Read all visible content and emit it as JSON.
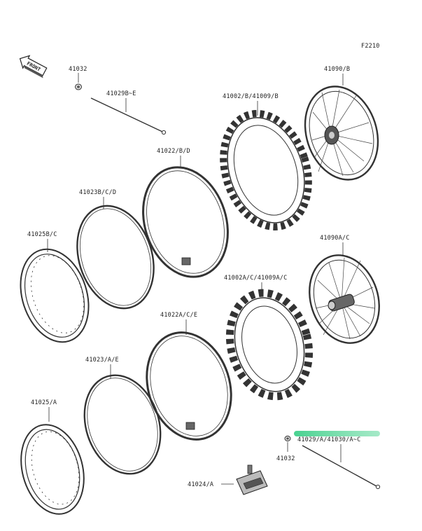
{
  "figure_code": "F2210",
  "front_label": "FRONT",
  "labels": {
    "spoke_nipple_rear": "41032",
    "spokes_rear": "41029B~E",
    "tire_rear": "41002/B/41009/B",
    "wheel_rear": "41090/B",
    "tube_rear": "41022/B/D",
    "rim_band_rear": "41023B/C/D",
    "rim_rear": "41025B/C",
    "wheel_front": "41090A/C",
    "tire_front": "41002A/C/41009A/C",
    "tube_front": "41022A/C/E",
    "rim_band_front": "41023/A/E",
    "rim_front": "41025/A",
    "spokes_front": "41029/A/41030/A~C",
    "spoke_nipple_front": "41032",
    "rim_lock": "41024/A"
  },
  "colors": {
    "line": "#333333",
    "highlight": "#3fcf8a"
  }
}
